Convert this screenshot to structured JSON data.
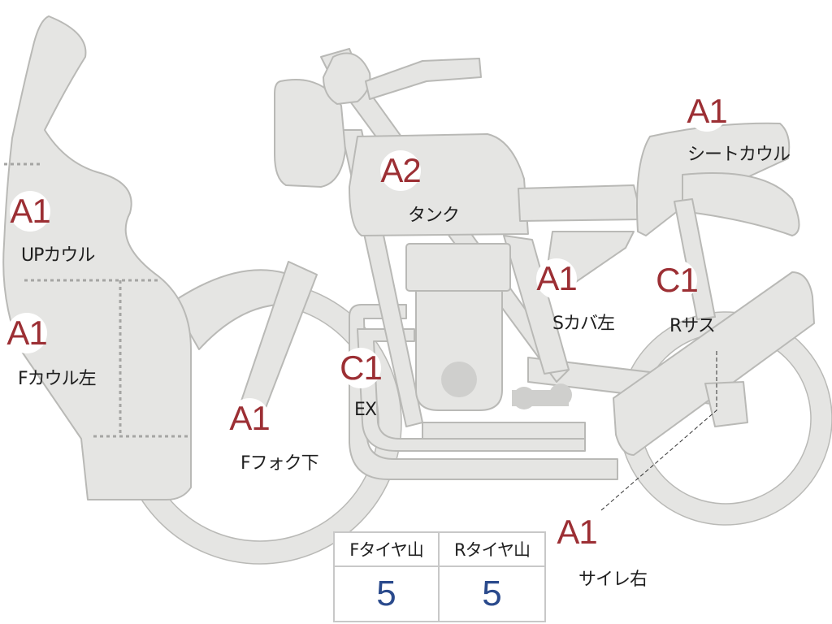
{
  "parts": [
    {
      "id": "up-cowl",
      "grade": "A1",
      "label": "UPカウル"
    },
    {
      "id": "f-cowl-left",
      "grade": "A1",
      "label": "Fカウル左"
    },
    {
      "id": "f-fork-lower",
      "grade": "A1",
      "label": "Fフォク下"
    },
    {
      "id": "ex",
      "grade": "C1",
      "label": "EX"
    },
    {
      "id": "tank",
      "grade": "A2",
      "label": "タンク"
    },
    {
      "id": "s-cover-left",
      "grade": "A1",
      "label": "Sカバ左"
    },
    {
      "id": "seat-cowl",
      "grade": "A1",
      "label": "シートカウル"
    },
    {
      "id": "r-sus",
      "grade": "C1",
      "label": "Rサス"
    },
    {
      "id": "silencer-right",
      "grade": "A1",
      "label": "サイレ右"
    }
  ],
  "tire_table": {
    "headers": [
      "Fタイヤ山",
      "Rタイヤ山"
    ],
    "values": [
      "5",
      "5"
    ]
  },
  "colors": {
    "body_fill": "#e5e5e3",
    "body_stroke": "#b9b9b6",
    "grade_red": "#9c2f34",
    "tire_blue": "#2a4a8c"
  }
}
